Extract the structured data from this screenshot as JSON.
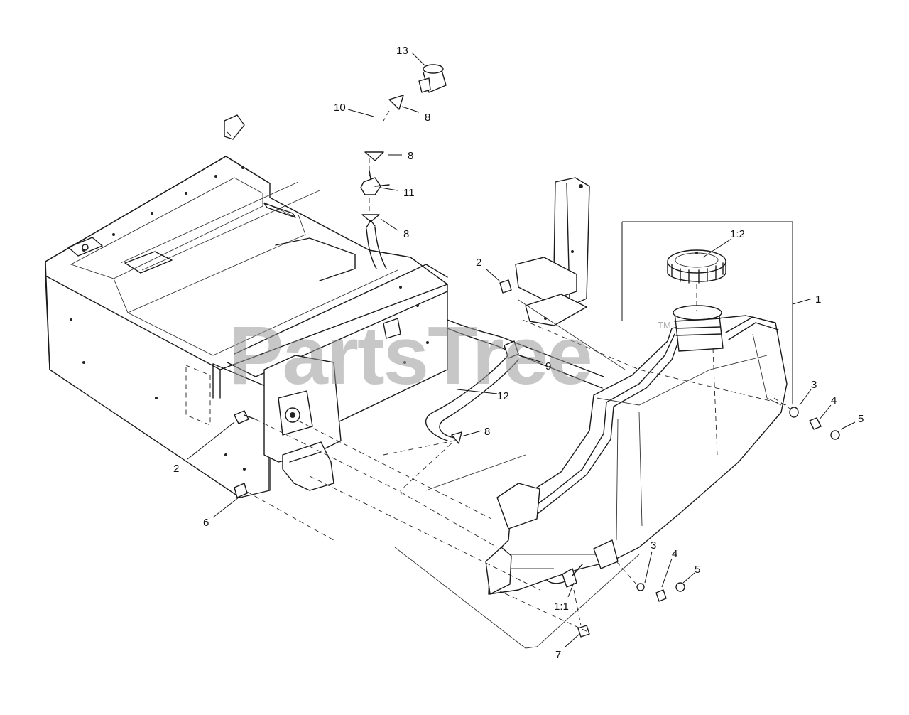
{
  "watermark": {
    "text": "PartsTree",
    "trademark": "TM"
  },
  "callouts": {
    "c13": "13",
    "c10": "10",
    "c8a": "8",
    "c8b": "8",
    "c11": "11",
    "c8c": "8",
    "c2a": "2",
    "c1_2": "1:2",
    "c1": "1",
    "c9": "9",
    "c12": "12",
    "c8d": "8",
    "c2b": "2",
    "c3a": "3",
    "c4a": "4",
    "c5a": "5",
    "c6": "6",
    "c3b": "3",
    "c4b": "4",
    "c5b": "5",
    "c1_1": "1:1",
    "c7": "7"
  }
}
